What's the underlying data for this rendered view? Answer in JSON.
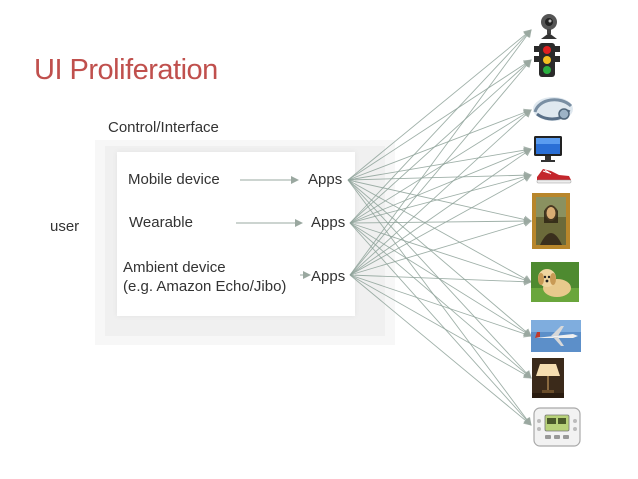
{
  "slide": {
    "title": "UI Proliferation",
    "subtitle": "Control/Interface",
    "user_label": "user"
  },
  "devices": [
    {
      "label": "Mobile device",
      "apps": "Apps"
    },
    {
      "label": "Wearable",
      "apps": "Apps"
    },
    {
      "label_line1": "Ambient device",
      "label_line2": "(e.g. Amazon Echo/Jibo)",
      "apps": "Apps"
    }
  ],
  "things": [
    {
      "icon": "webcam-icon"
    },
    {
      "icon": "traffic-light-icon"
    },
    {
      "icon": "stethoscope-icon"
    },
    {
      "icon": "monitor-icon"
    },
    {
      "icon": "sneaker-icon"
    },
    {
      "icon": "mona-lisa-painting-icon"
    },
    {
      "icon": "puppy-icon"
    },
    {
      "icon": "airplane-icon"
    },
    {
      "icon": "lamp-icon"
    },
    {
      "icon": "thermostat-icon"
    }
  ],
  "colors": {
    "title": "#c0504d",
    "connector": "#8fa39a",
    "arrow": "#9aa8a0"
  }
}
